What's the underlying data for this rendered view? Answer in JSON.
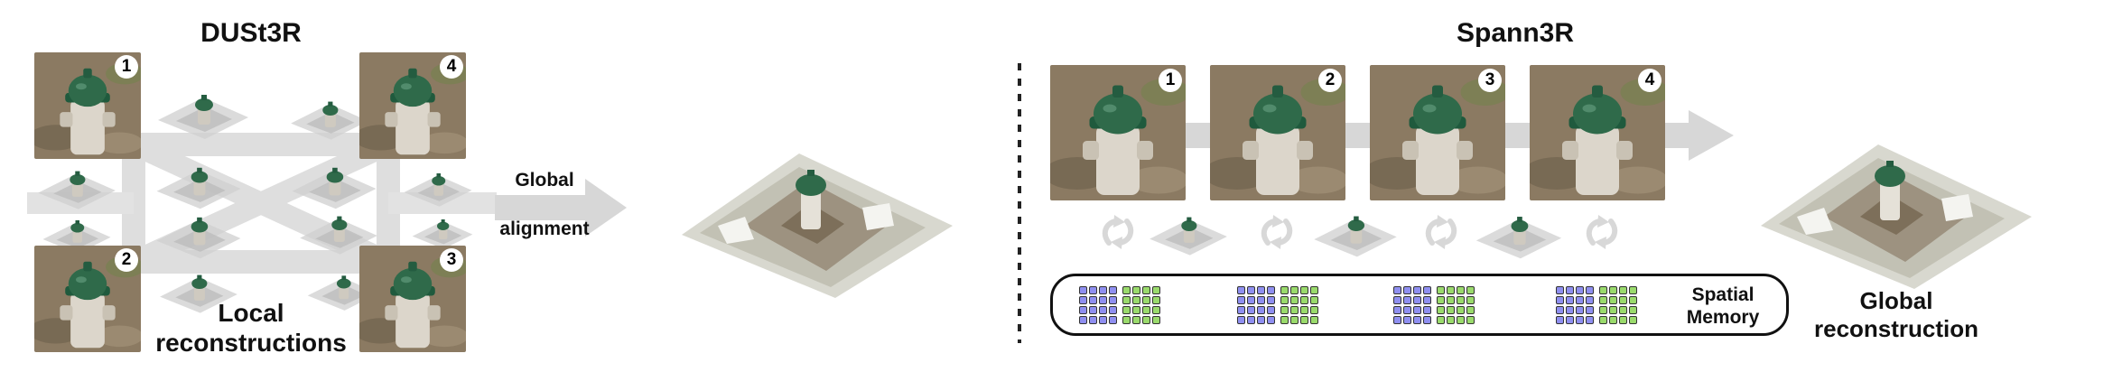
{
  "left_section": {
    "title": "DUSt3R",
    "view_numbers": [
      "1",
      "4",
      "2",
      "3"
    ],
    "caption_line1": "Local",
    "caption_line2": "reconstructions"
  },
  "alignment": {
    "line1": "Global",
    "line2": "alignment"
  },
  "right_section": {
    "title": "Spann3R",
    "view_numbers": [
      "1",
      "2",
      "3",
      "4"
    ],
    "memory_line1": "Spatial",
    "memory_line2": "Memory",
    "result_line1": "Global",
    "result_line2": "reconstruction"
  },
  "colors": {
    "hydrant_cap": "#2f6a4a",
    "hydrant_body": "#dcd6cb",
    "ground": "#8b7a62",
    "arrow_gray": "#d7d7d7",
    "memory_blue": "#8f8ff0",
    "memory_green": "#9ada6c"
  }
}
